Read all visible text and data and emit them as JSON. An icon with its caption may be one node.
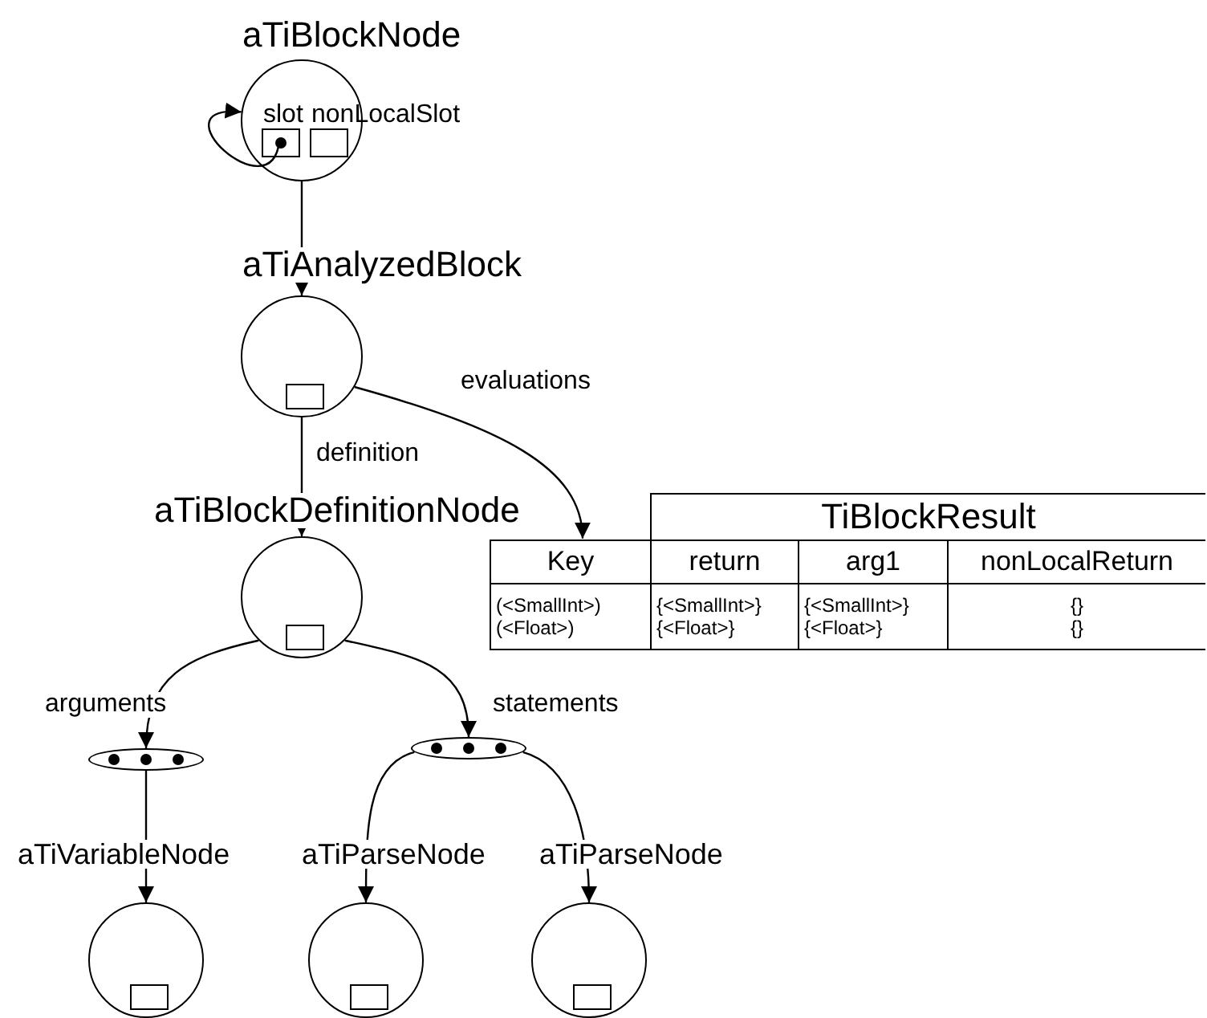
{
  "diagram": {
    "nodes": [
      {
        "text": [
          "aTiBlockNode"
        ]
      },
      {
        "text": [
          "slot"
        ],
        "in": 0
      },
      {
        "text": [
          "nonLocalSlot"
        ],
        "in": 0
      },
      {
        "text": [
          "aTiAnalyzedBlock"
        ]
      },
      {
        "text": [],
        "shape": "box",
        "in": 3
      },
      {
        "text": [
          "aTiBlockDefinitionNode"
        ]
      },
      {
        "text": [],
        "shape": "box",
        "in": 5
      },
      {
        "text": [
          "TiBlockResult"
        ]
      },
      {
        "text": [],
        "shape": "ellipse"
      },
      {
        "text": [],
        "shape": "ellipse"
      },
      {
        "text": [
          "aTiVariableNode"
        ]
      },
      {
        "text": [],
        "shape": "box",
        "in": 10
      },
      {
        "text": [
          "aTiParseNode"
        ]
      },
      {
        "text": [],
        "shape": "box",
        "in": 12
      },
      {
        "text": [
          "aTiParseNode"
        ]
      },
      {
        "text": [],
        "shape": "box",
        "in": 14
      }
    ],
    "edges": [
      {
        "from": 1,
        "to": 0,
        "arrow": "to"
      },
      {
        "from": 0,
        "to": 3,
        "arrow": "to"
      },
      {
        "from": 3,
        "to": 5,
        "arrow": "to",
        "label": "definition"
      },
      {
        "from": 3,
        "to": 7,
        "arrow": "to",
        "label": "evaluations"
      },
      {
        "from": 5,
        "to": 8,
        "arrow": "to",
        "label": "arguments"
      },
      {
        "from": 5,
        "to": 9,
        "arrow": "to",
        "label": "statements"
      },
      {
        "from": 8,
        "to": 10,
        "arrow": "to"
      },
      {
        "from": 9,
        "to": 12,
        "arrow": "to"
      },
      {
        "from": 9,
        "to": 14,
        "arrow": "to"
      }
    ],
    "labels": [
      "Key",
      "return",
      "arg1",
      "nonLocalReturn",
      "(<SmallInt>)",
      "{<SmallInt>}",
      "{<SmallInt>}",
      "{}",
      "(<Float>)",
      "{<Float>}",
      "{<Float>}",
      "{}"
    ]
  }
}
